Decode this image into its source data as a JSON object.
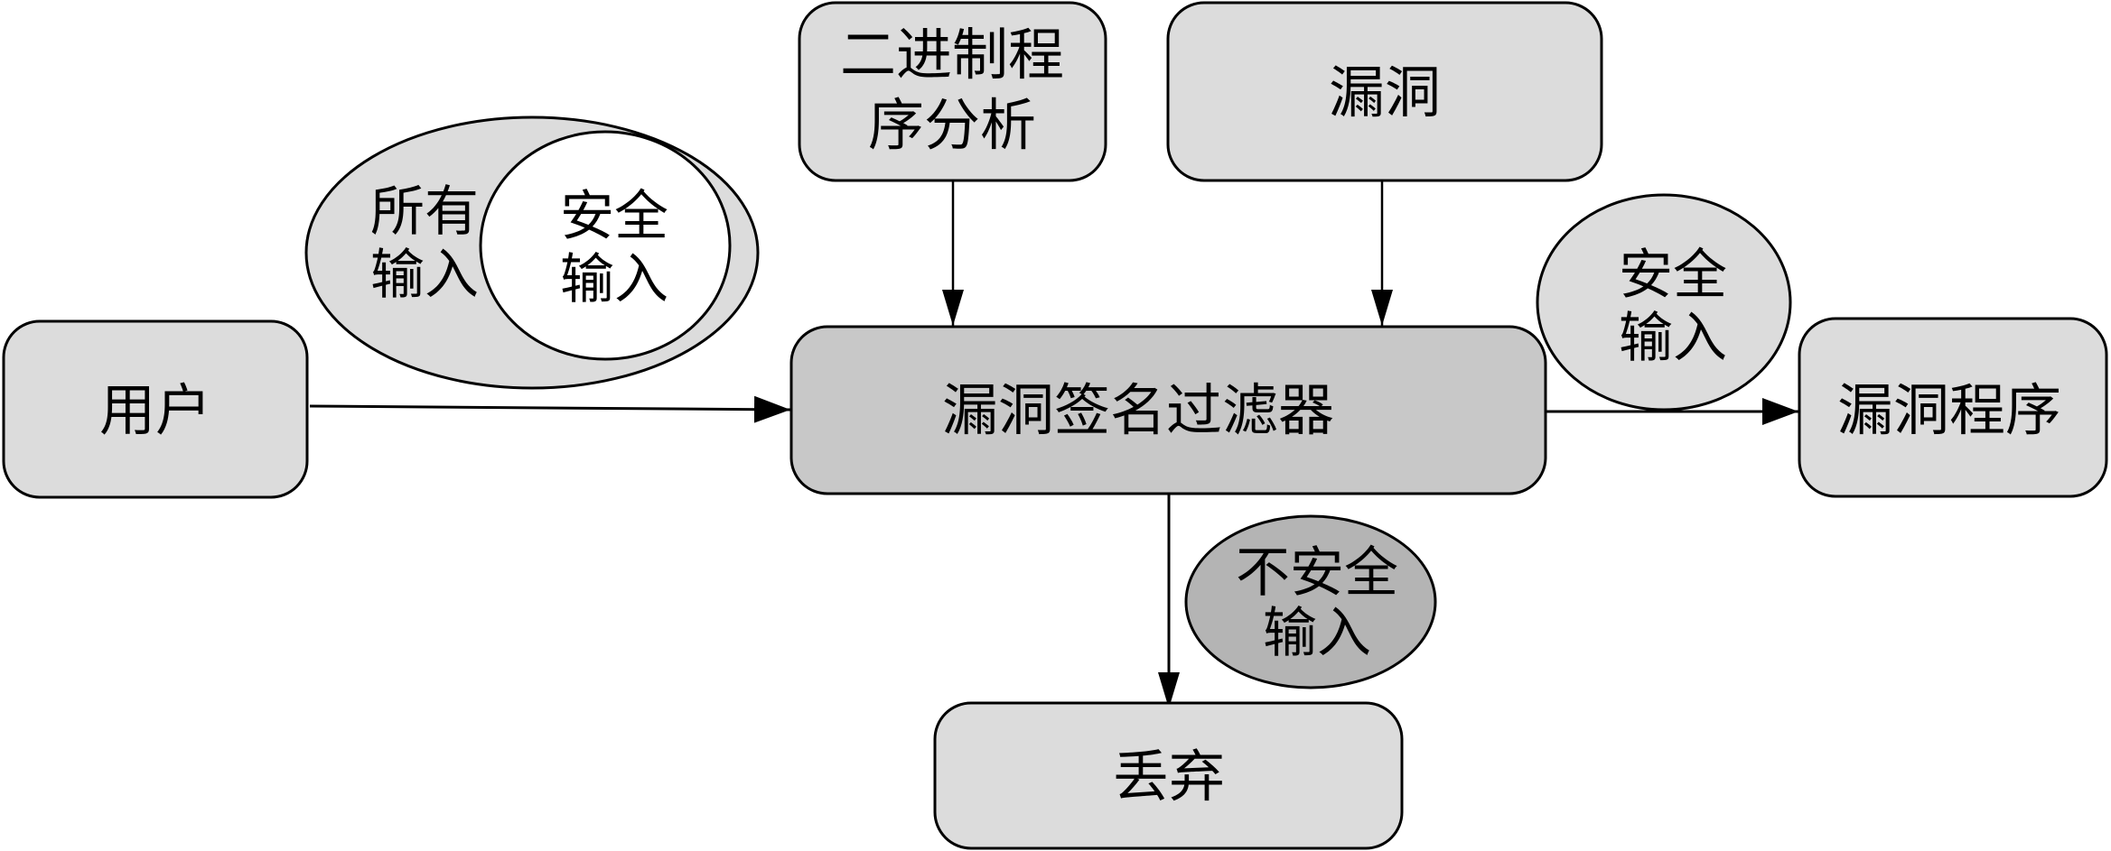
{
  "diagram": {
    "nodes": {
      "user": {
        "label": "用户"
      },
      "filter": {
        "label": "漏洞签名过滤器"
      },
      "binary_analysis": {
        "lines": [
          "二进制程",
          "序分析"
        ]
      },
      "vulnerability": {
        "label": "漏洞"
      },
      "vulnerable_program": {
        "label": "漏洞程序"
      },
      "discard": {
        "label": "丢弃"
      }
    },
    "annotations": {
      "all_inputs": {
        "lines": [
          "所有",
          "输入"
        ]
      },
      "safe_inputs_inner": {
        "lines": [
          "安全",
          "输入"
        ]
      },
      "safe_inputs": {
        "lines": [
          "安全",
          "输入"
        ]
      },
      "unsafe_inputs": {
        "lines": [
          "不安全",
          "输入"
        ]
      }
    },
    "edges": [
      {
        "from": "user",
        "to": "filter"
      },
      {
        "from": "binary_analysis",
        "to": "filter"
      },
      {
        "from": "vulnerability",
        "to": "filter"
      },
      {
        "from": "filter",
        "to": "vulnerable_program"
      },
      {
        "from": "filter",
        "to": "discard"
      }
    ],
    "colors": {
      "box_fill": "#dcdcdc",
      "filter_fill": "#c8c8c8",
      "unsafe_fill": "#b4b4b4",
      "white_fill": "#ffffff",
      "stroke": "#000000"
    }
  }
}
